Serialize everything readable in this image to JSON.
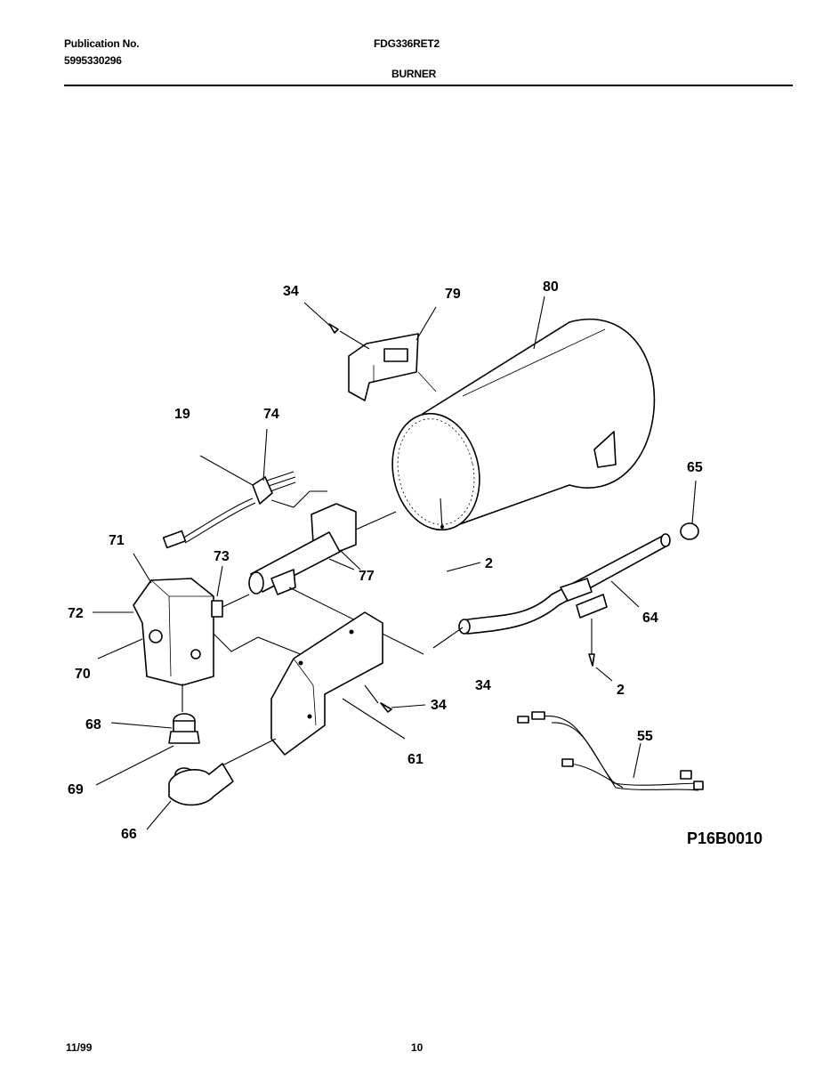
{
  "header": {
    "publication_label": "Publication No.",
    "publication_number": "5995330296",
    "model": "FDG336RET2",
    "section": "BURNER"
  },
  "diagram": {
    "callouts": [
      "34",
      "79",
      "80",
      "19",
      "74",
      "65",
      "71",
      "73",
      "2",
      "77",
      "72",
      "64",
      "70",
      "34",
      "2",
      "34",
      "68",
      "55",
      "61",
      "69",
      "66"
    ],
    "drawing_code": "P16B0010"
  },
  "footer": {
    "date": "11/99",
    "page": "10"
  }
}
